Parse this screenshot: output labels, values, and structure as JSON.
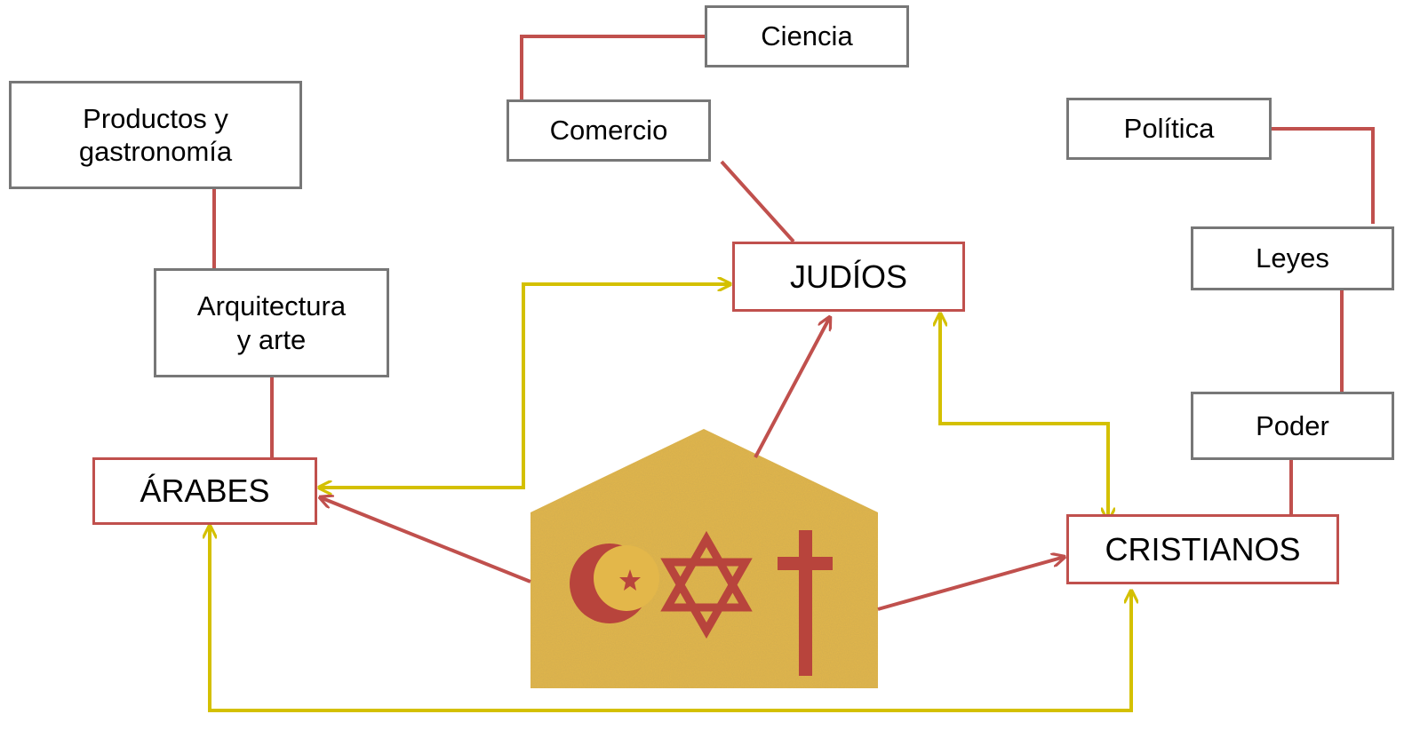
{
  "colors": {
    "connector": "#c0504d",
    "relation": "#d4c000",
    "topic_border": "#777777",
    "group_border": "#c0504d",
    "emblem_bg": "#e3b74a",
    "emblem_symbol": "#b8443c"
  },
  "groups": {
    "arabes": "ÁRABES",
    "judios": "JUDÍOS",
    "cristianos": "CRISTIANOS"
  },
  "topics": {
    "productos": {
      "line1": "Productos y",
      "line2": "gastronomía"
    },
    "arquitectura": {
      "line1": "Arquitectura",
      "line2": "y arte"
    },
    "ciencia": "Ciencia",
    "comercio": "Comercio",
    "politica": "Política",
    "leyes": "Leyes",
    "poder": "Poder"
  },
  "emblem": {
    "symbols": [
      "crescent-star-icon",
      "star-of-david-icon",
      "latin-cross-icon"
    ]
  }
}
